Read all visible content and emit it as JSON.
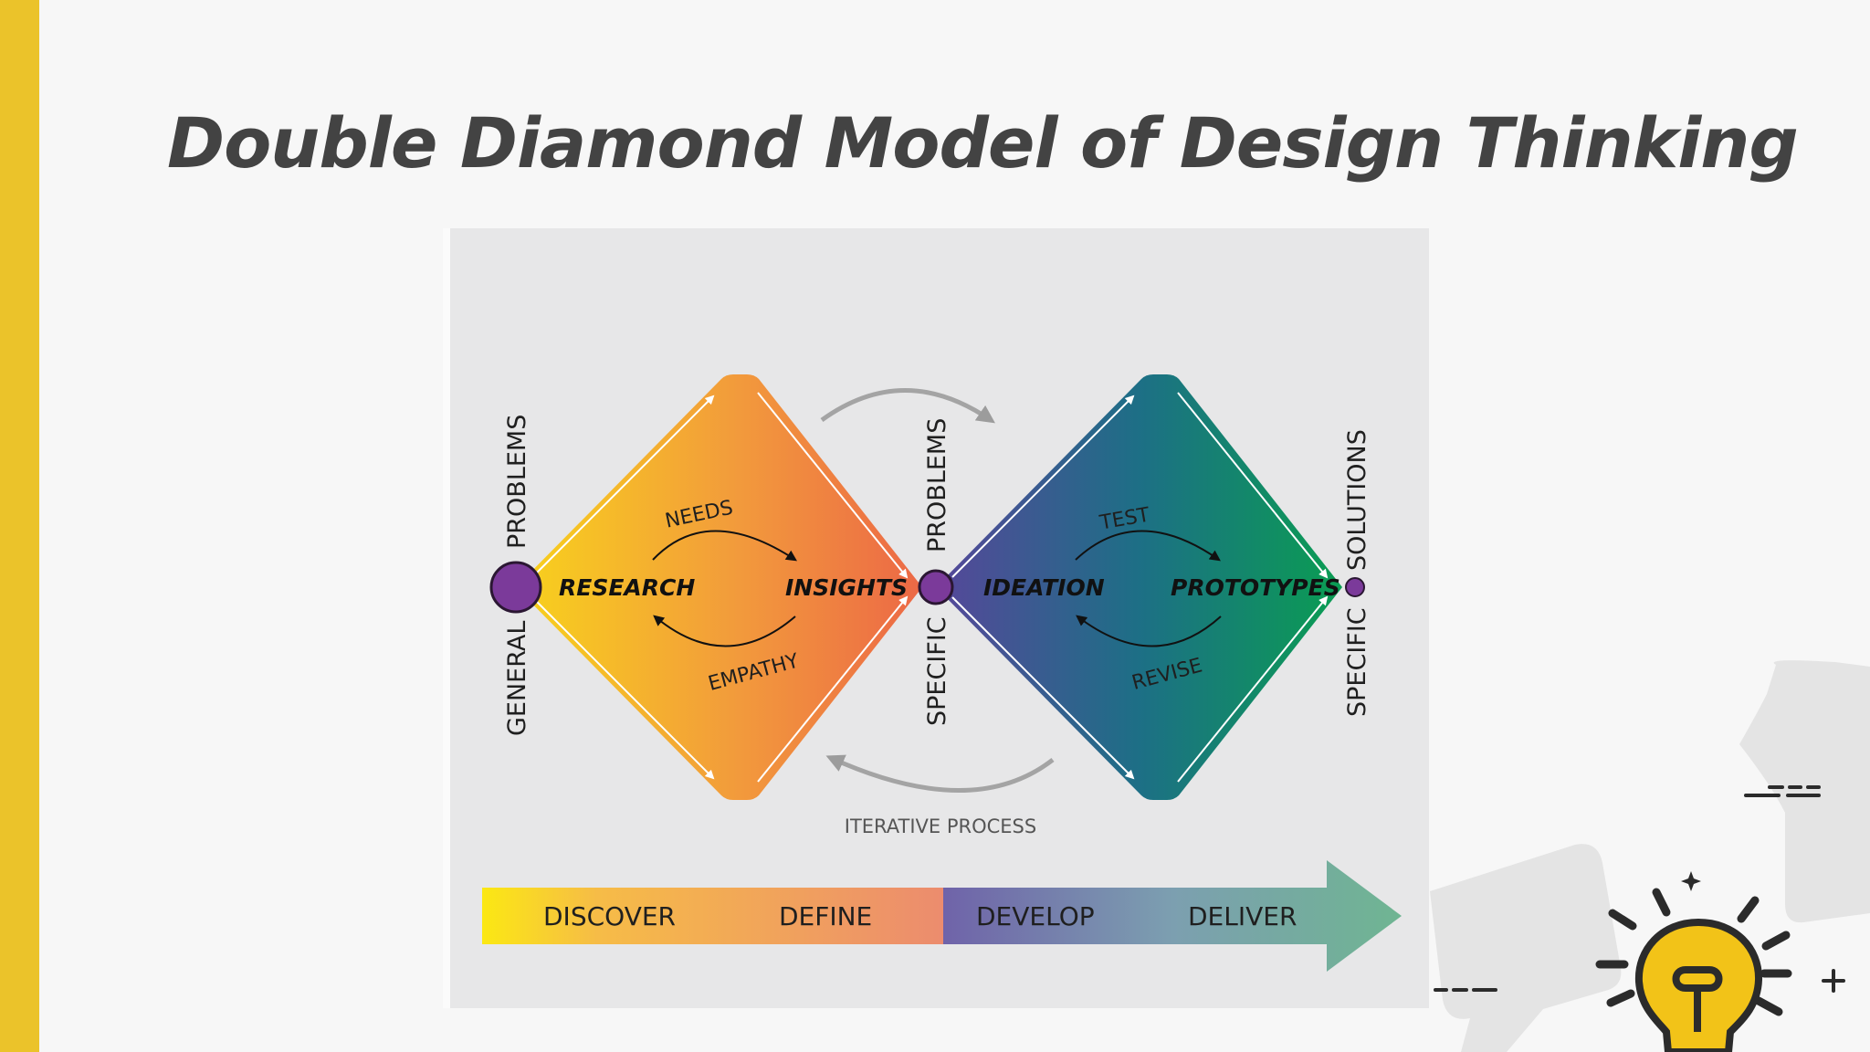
{
  "slide": {
    "title": "Double Diamond Model of Design Thinking",
    "accent_color": "#ebc32a"
  },
  "diagram": {
    "endpoints": {
      "start": [
        "GENERAL",
        "PROBLEMS"
      ],
      "middle": [
        "SPECIFIC",
        "PROBLEMS"
      ],
      "end": [
        "SPECIFIC",
        "SOLUTIONS"
      ]
    },
    "diamond_1": {
      "left": "RESEARCH",
      "right": "INSIGHTS",
      "top_loop": "NEEDS",
      "bottom_loop": "EMPATHY",
      "colors": [
        "#f8d21c",
        "#ed6b45"
      ]
    },
    "diamond_2": {
      "left": "IDEATION",
      "right": "PROTOTYPES",
      "top_loop": "TEST",
      "bottom_loop": "REVISE",
      "colors": [
        "#55469a",
        "#0a9c52"
      ]
    },
    "iterative_label": "ITERATIVE PROCESS",
    "phases": [
      "DISCOVER",
      "DEFINE",
      "DEVELOP",
      "DELIVER"
    ],
    "node_color": "#7b3a9a"
  },
  "decorations": [
    "lightbulb-icon",
    "sparkle-icon",
    "speech-bubble-shape",
    "dash-lines"
  ]
}
